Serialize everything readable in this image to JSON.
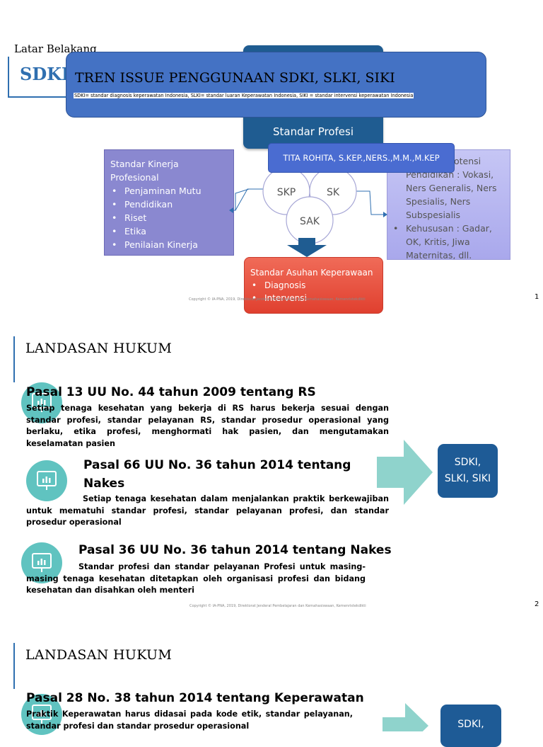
{
  "slide1": {
    "latar_label": "Latar Belakang",
    "sdki_label": "SDKI",
    "banner_title": "TREN ISSUE PENGGUNAAN SDKI, SLKI, SIKI",
    "banner_subtitle": "SDKI= standar diagnosis keperawatan Indonesia, SLKI= standar luaran Keperawatan Indonesia, SIKI = standar intervensi keperawatan Indonesia",
    "standar_profesi": "Standar Profesi",
    "author": "TITA ROHITA, S.KEP.,NERS.,M.M.,M.KEP",
    "kinerja_title": "Standar Kinerja Profesional",
    "kinerja_items": [
      "Penjaminan Mutu",
      "Pendidikan",
      "Riset",
      "Etika",
      "Penilaian Kinerja"
    ],
    "kompetensi_fragment": "otensi",
    "kompetensi_text": "Pendidikan : Vokasi, Ners Generalis, Ners Spesialis, Ners Subspesialis",
    "kompetensi_item": "Kehususan : Gadar, OK, Kritis, Jiwa Maternitas, dll.",
    "circles": [
      "SKP",
      "SK",
      "SAK"
    ],
    "asuhan_title": "Standar Asuhan Keperawaan",
    "asuhan_items": [
      "Diagnosis",
      "Intervensi"
    ],
    "copyright": "Copyright © IA-PNA, 2019, Direktorat Jenderal Pembelajaran dan Kemahasiswaan, Kemenristekdikti",
    "page": "1",
    "colors": {
      "blue_banner": "#4472c4",
      "dark_blue": "#1f5c91",
      "purple": "#8a88d0",
      "red": "#e8493b"
    }
  },
  "slide2": {
    "title": "LANDASAN HUKUM",
    "pasal1_heading": "Pasal 13 UU No. 44 tahun 2009 tentang RS",
    "pasal1_text": "Setiap tenaga kesehatan yang bekerja di RS harus bekerja sesuai dengan standar profesi, standar pelayanan RS, standar prosedur operasional yang berlaku, etika profesi, menghormati hak pasien, dan mengutamakan keselamatan pasien",
    "pasal2_heading": "Pasal 66  UU No. 36 tahun 2014 tentang Nakes",
    "pasal2_text": "Setiap tenaga kesehatan  dalam menjalankan praktik berkewajiban untuk mematuhi standar profesi, standar pelayanan profesi, dan standar prosedur operasional",
    "pasal3_heading": "Pasal 36  UU No. 36 tahun 2014 tentang Nakes",
    "pasal3_text": "Standar profesi dan standar pelayanan Profesi untuk masing-masing tenaga kesehatan ditetapkan oleh organisasi profesi dan bidang kesehatan dan disahkan oleh menteri",
    "result_box": "SDKI, SLKI, SIKI",
    "copyright": "Copyright © IA-PNA, 2019, Direktorat Jenderal Pembelajaran dan Kemahasiswaan, Kemenristekdikti",
    "page": "2"
  },
  "slide3": {
    "title": "LANDASAN HUKUM",
    "pasal_heading": "Pasal  28  No. 38 tahun 2014 tentang Keperawatan",
    "pasal_text": "Praktik Keperawatan harus didasai pada kode etik, standar pelayanan, standar profesi dan standar prosedur operasional",
    "result_box": "SDKI,"
  }
}
